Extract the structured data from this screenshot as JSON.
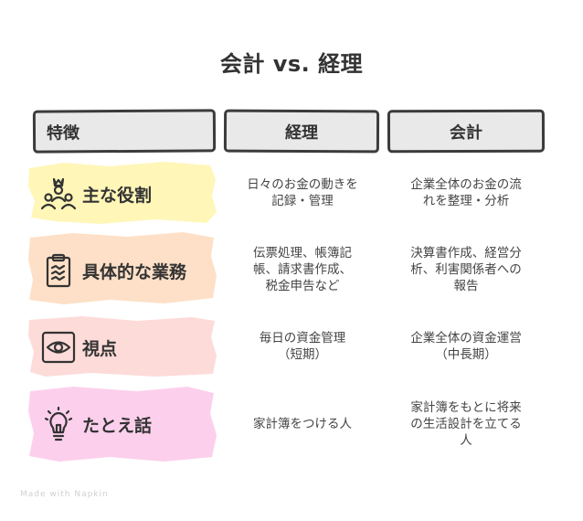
{
  "title": "会計 vs. 経理",
  "headers": {
    "feature": "特徴",
    "keiri": "経理",
    "kaikei": "会計"
  },
  "rows": [
    {
      "label": "主な役割",
      "icon": "team-leader-icon",
      "color": "#fff6b8",
      "keiri": "日々のお金の動きを\n記録・管理",
      "kaikei": "企業全体のお金の流\nれを整理・分析"
    },
    {
      "label": "具体的な業務",
      "icon": "clipboard-icon",
      "color": "#fde0c7",
      "keiri": "伝票処理、帳簿記\n帳、請求書作成、\n税金申告など",
      "kaikei": "決算書作成、経営分\n析、利害関係者への\n報告"
    },
    {
      "label": "視点",
      "icon": "eye-icon",
      "color": "#fddbd8",
      "keiri": "毎日の資金管理\n（短期）",
      "kaikei": "企業全体の資金運営\n（中長期）"
    },
    {
      "label": "たとえ話",
      "icon": "lightbulb-icon",
      "color": "#fcd0ec",
      "keiri": "家計簿をつける人",
      "kaikei": "家計簿をもとに将来\nの生活設計を立てる\n人"
    }
  ],
  "footer": "Made with Napkin"
}
